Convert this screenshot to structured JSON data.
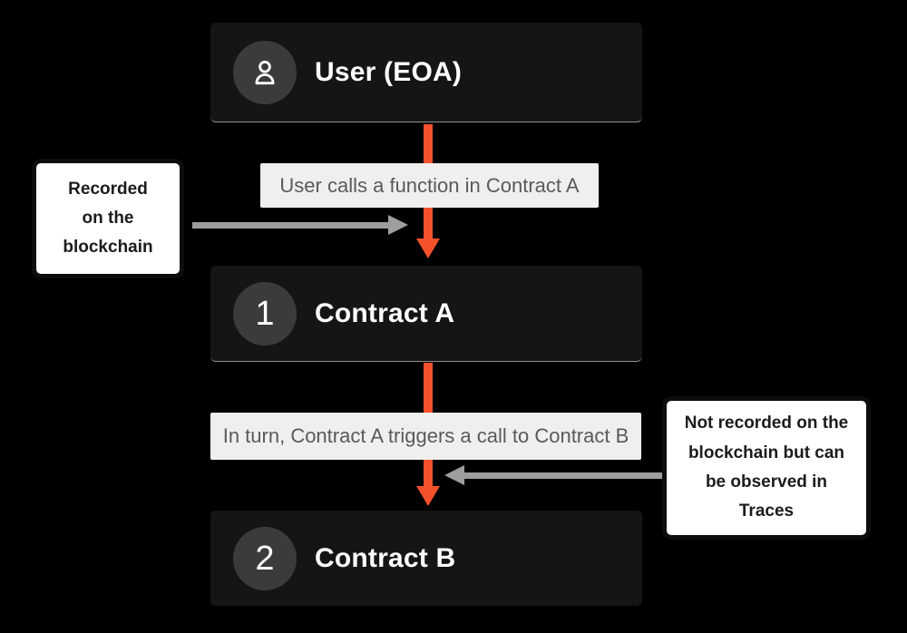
{
  "diagram": {
    "nodes": [
      {
        "id": "user-eoa",
        "label": "User (EOA)",
        "icon": "person-icon"
      },
      {
        "id": "contract-a",
        "label": "Contract A",
        "number": "1"
      },
      {
        "id": "contract-b",
        "label": "Contract B",
        "number": "2"
      }
    ],
    "edge_labels": [
      {
        "text": "User calls a function in Contract A"
      },
      {
        "text": "In turn, Contract A triggers a call to Contract B"
      }
    ],
    "callouts": [
      {
        "id": "recorded",
        "lines": [
          "Recorded",
          "on the",
          "blockchain"
        ]
      },
      {
        "id": "not-recorded",
        "lines": [
          "Not recorded on the",
          "blockchain but can",
          "be observed in",
          "Traces"
        ]
      }
    ],
    "colors": {
      "background": "#000000",
      "node_bg": "#151515",
      "node_circle_bg": "#3B3B3B",
      "node_text": "#FFFFFF",
      "node_bottom_line": "#8F8F8F",
      "edge_label_bg": "#F0EFED",
      "edge_label_text": "#5A5A5A",
      "accent_orange": "#F4512C",
      "arrow_gray": "#9E9E9E",
      "callout_bg": "#FFFFFF",
      "callout_border": "#0D0D0D",
      "callout_text": "#1C1C1C"
    }
  }
}
